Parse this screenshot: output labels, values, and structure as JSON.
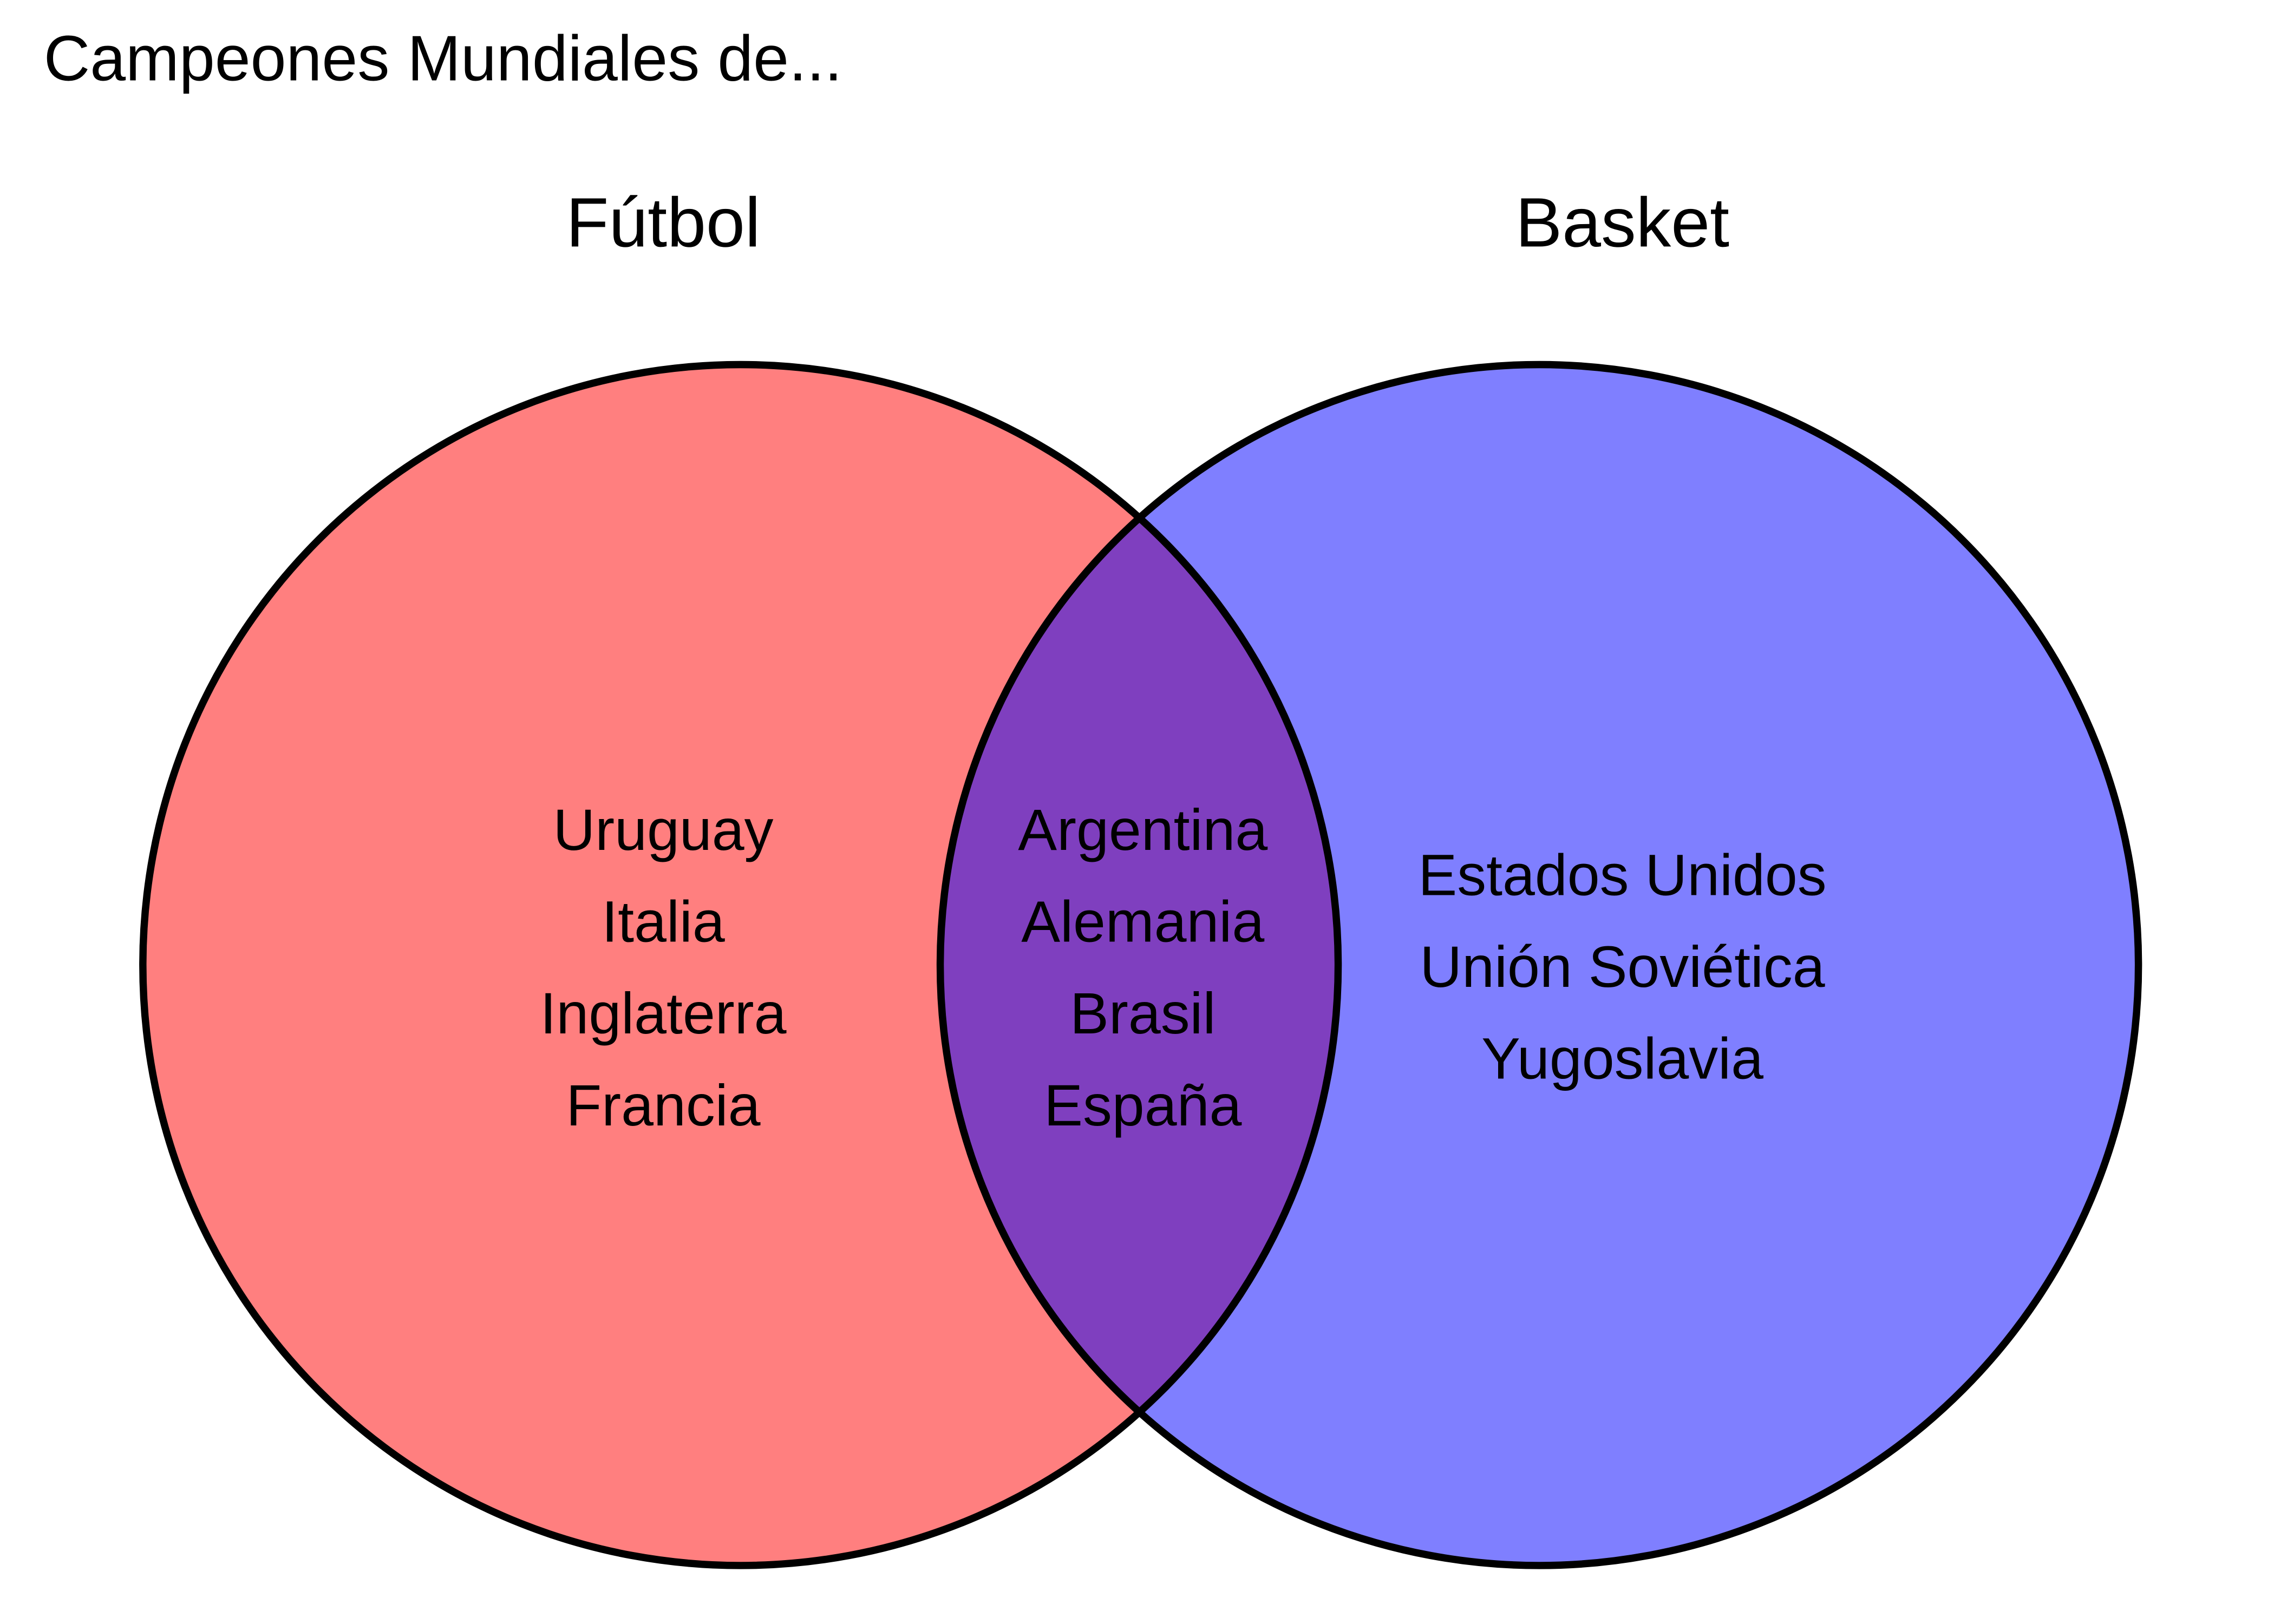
{
  "title": "Campeones Mundiales de...",
  "colors": {
    "left": "#ff7f7f",
    "right": "#7f7fff",
    "intersection": "#7f3fbf",
    "stroke": "#000000"
  },
  "sets": {
    "left": {
      "label": "Fútbol",
      "items": [
        "Uruguay",
        "Italia",
        "Inglaterra",
        "Francia"
      ]
    },
    "intersection": {
      "items": [
        "Argentina",
        "Alemania",
        "Brasil",
        "España"
      ]
    },
    "right": {
      "label": "Basket",
      "items": [
        "Estados Unidos",
        "Unión Soviética",
        "Yugoslavia"
      ]
    }
  }
}
